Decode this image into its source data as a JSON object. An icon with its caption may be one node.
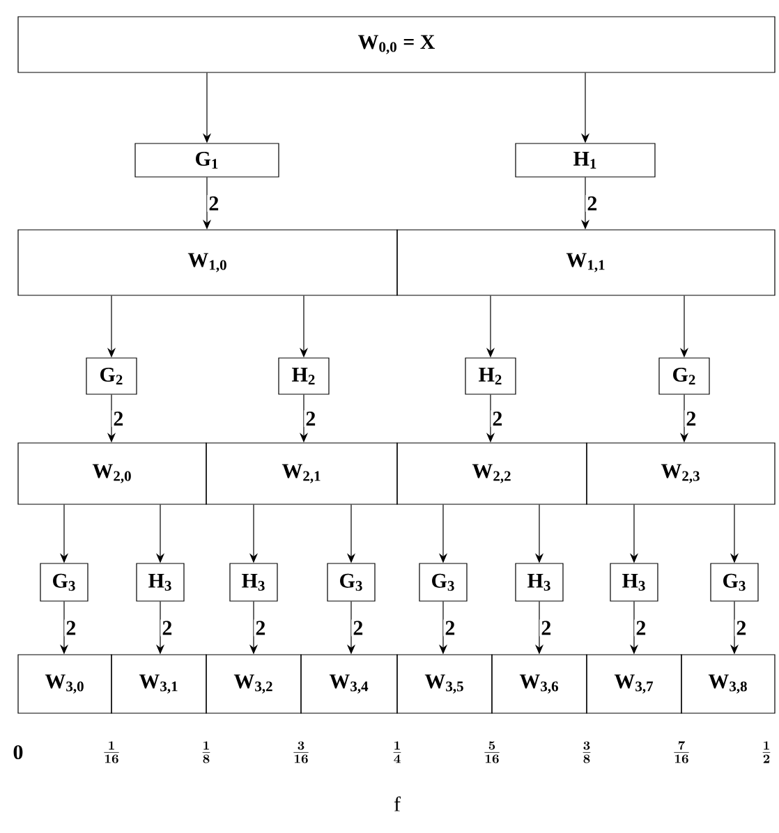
{
  "diagram": {
    "nodes": [
      {
        "text": [
          "W$_{0,0}$ = X"
        ]
      },
      {
        "text": [
          "G$_{1}$"
        ]
      },
      {
        "text": [
          "H$_{1}$"
        ]
      },
      {
        "text": [
          "W$_{1,0}$"
        ]
      },
      {
        "text": [
          "W$_{1,1}$"
        ]
      },
      {
        "text": [
          "G$_{2}$"
        ]
      },
      {
        "text": [
          "H$_{2}$"
        ]
      },
      {
        "text": [
          "H$_{2}$"
        ]
      },
      {
        "text": [
          "G$_{2}$"
        ]
      },
      {
        "text": [
          "W$_{2,0}$"
        ]
      },
      {
        "text": [
          "W$_{2,1}$"
        ]
      },
      {
        "text": [
          "W$_{2,2}$"
        ]
      },
      {
        "text": [
          "W$_{2,3}$"
        ]
      },
      {
        "text": [
          "G$_{3}$"
        ]
      },
      {
        "text": [
          "H$_{3}$"
        ]
      },
      {
        "text": [
          "H$_{3}$"
        ]
      },
      {
        "text": [
          "G$_{3}$"
        ]
      },
      {
        "text": [
          "G$_{3}$"
        ]
      },
      {
        "text": [
          "H$_{3}$"
        ]
      },
      {
        "text": [
          "H$_{3}$"
        ]
      },
      {
        "text": [
          "G$_{3}$"
        ]
      },
      {
        "text": [
          "W$_{3,0}$"
        ]
      },
      {
        "text": [
          "W$_{3,1}$"
        ]
      },
      {
        "text": [
          "W$_{3,2}$"
        ]
      },
      {
        "text": [
          "W$_{3,4}$"
        ]
      },
      {
        "text": [
          "W$_{3,5}$"
        ]
      },
      {
        "text": [
          "W$_{3,6}$"
        ]
      },
      {
        "text": [
          "W$_{3,7}$"
        ]
      },
      {
        "text": [
          "W$_{3,8}$"
        ]
      }
    ],
    "edges": [
      {
        "from": 0,
        "to": 1,
        "arrow": "to"
      },
      {
        "from": 0,
        "to": 2,
        "arrow": "to"
      },
      {
        "from": 1,
        "to": 3,
        "arrow": "to",
        "label": "2"
      },
      {
        "from": 2,
        "to": 4,
        "arrow": "to",
        "label": "2"
      },
      {
        "from": 3,
        "to": 5,
        "arrow": "to"
      },
      {
        "from": 3,
        "to": 6,
        "arrow": "to"
      },
      {
        "from": 4,
        "to": 7,
        "arrow": "to"
      },
      {
        "from": 4,
        "to": 8,
        "arrow": "to"
      },
      {
        "from": 5,
        "to": 9,
        "arrow": "to",
        "label": "2"
      },
      {
        "from": 6,
        "to": 10,
        "arrow": "to",
        "label": "2"
      },
      {
        "from": 7,
        "to": 11,
        "arrow": "to",
        "label": "2"
      },
      {
        "from": 8,
        "to": 12,
        "arrow": "to",
        "label": "2"
      },
      {
        "from": 9,
        "to": 13,
        "arrow": "to"
      },
      {
        "from": 9,
        "to": 14,
        "arrow": "to"
      },
      {
        "from": 10,
        "to": 15,
        "arrow": "to"
      },
      {
        "from": 10,
        "to": 16,
        "arrow": "to"
      },
      {
        "from": 11,
        "to": 17,
        "arrow": "to"
      },
      {
        "from": 11,
        "to": 18,
        "arrow": "to"
      },
      {
        "from": 12,
        "to": 19,
        "arrow": "to"
      },
      {
        "from": 12,
        "to": 20,
        "arrow": "to"
      },
      {
        "from": 13,
        "to": 21,
        "arrow": "to",
        "label": "2"
      },
      {
        "from": 14,
        "to": 22,
        "arrow": "to",
        "label": "2"
      },
      {
        "from": 15,
        "to": 23,
        "arrow": "to",
        "label": "2"
      },
      {
        "from": 16,
        "to": 24,
        "arrow": "to",
        "label": "2"
      },
      {
        "from": 17,
        "to": 25,
        "arrow": "to",
        "label": "2"
      },
      {
        "from": 18,
        "to": 26,
        "arrow": "to",
        "label": "2"
      },
      {
        "from": 19,
        "to": 27,
        "arrow": "to",
        "label": "2"
      },
      {
        "from": 20,
        "to": 28,
        "arrow": "to",
        "label": "2"
      }
    ],
    "labels": [
      "0",
      "\\frac{1}{16}",
      "\\frac{1}{8}",
      "\\frac{3}{16}",
      "\\frac{1}{4}",
      "\\frac{5}{16}",
      "\\frac{3}{8}",
      "\\frac{7}{16}",
      "\\frac{1}{2}",
      "f"
    ]
  }
}
